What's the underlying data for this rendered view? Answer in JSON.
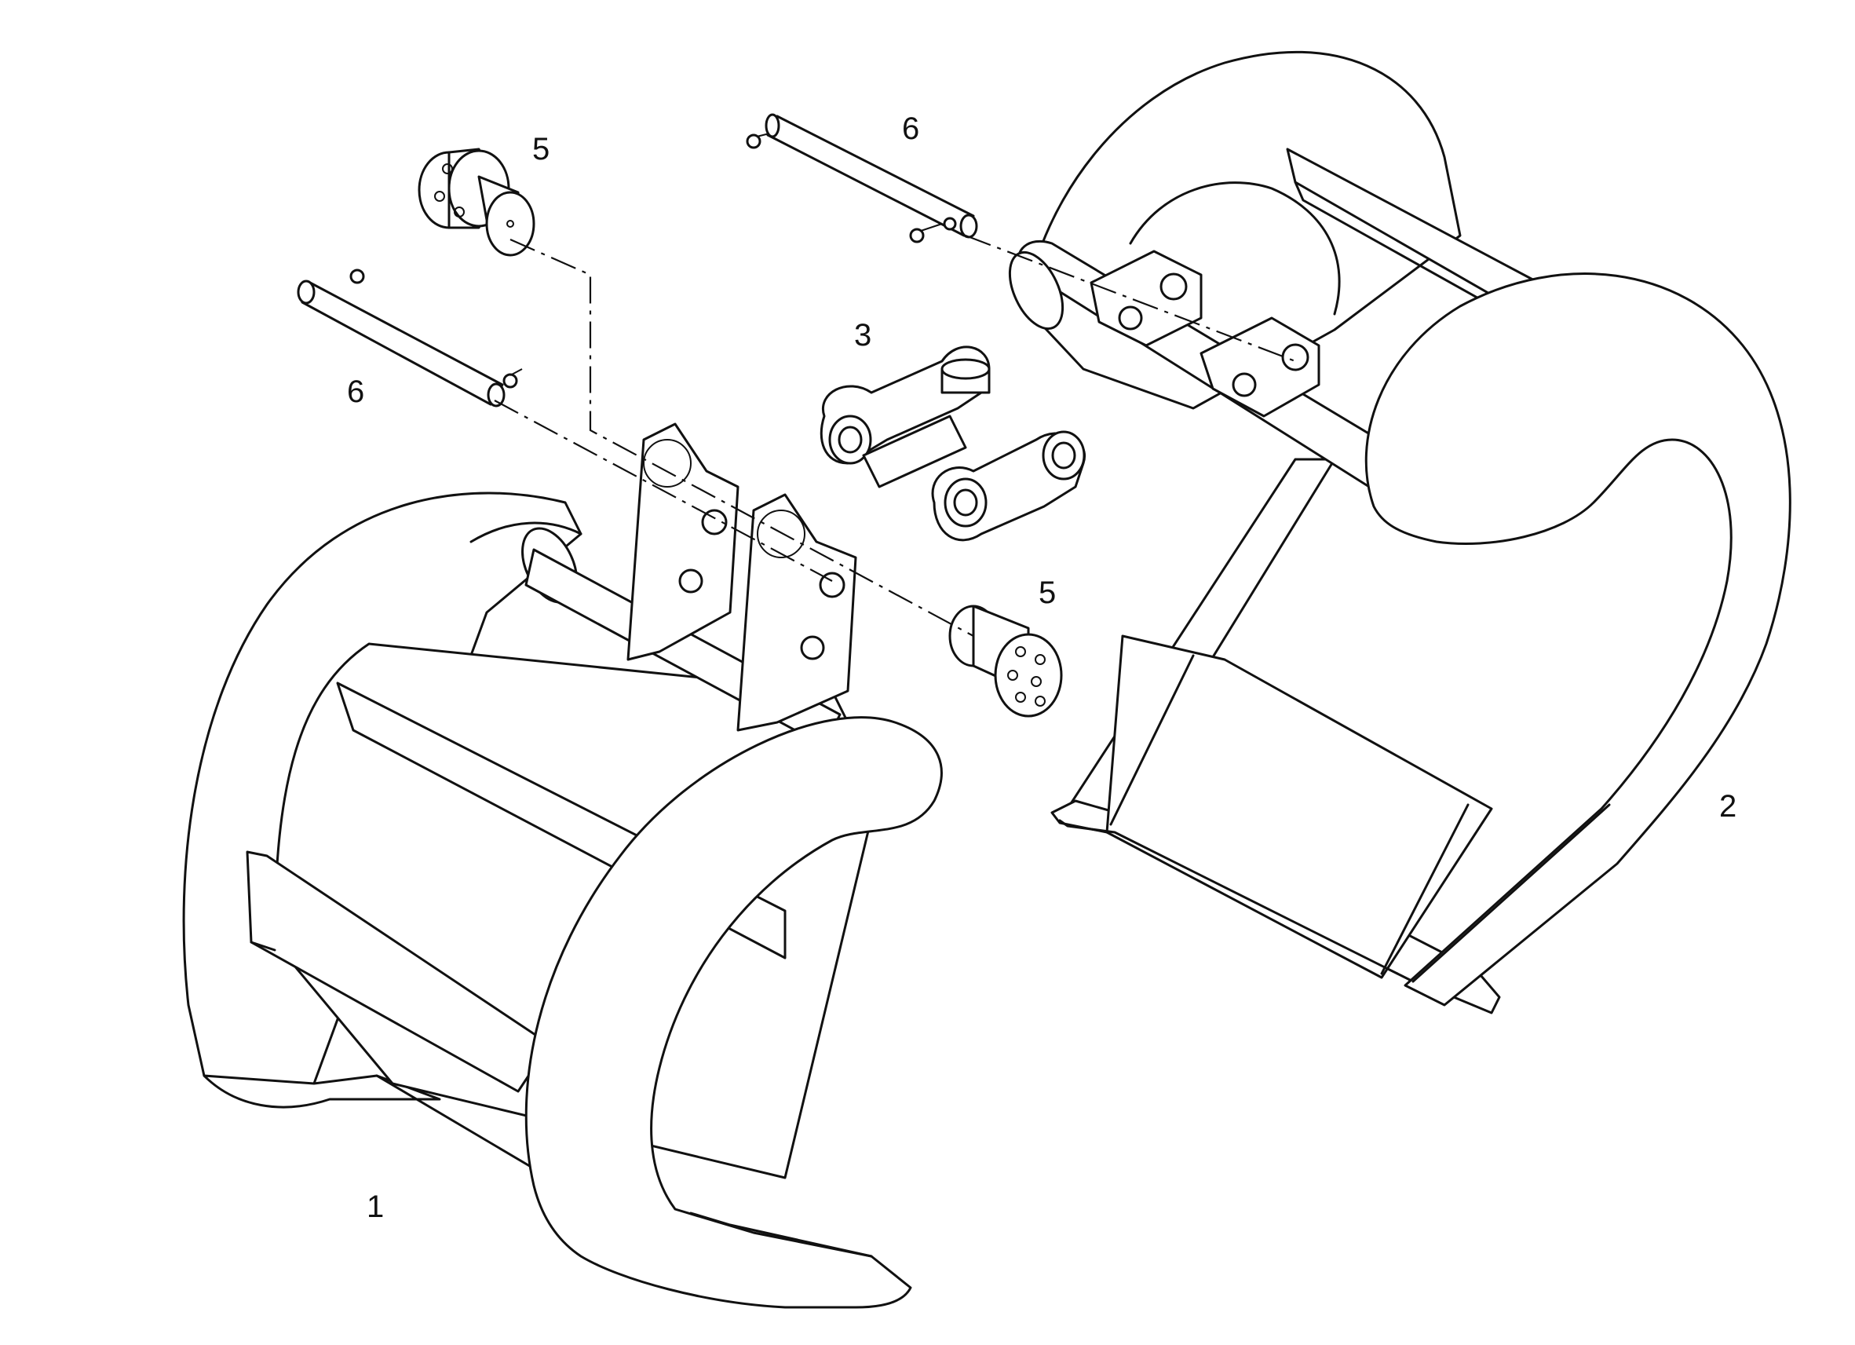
{
  "callouts": {
    "grab_left": "1",
    "grab_right": "2",
    "link": "3",
    "pin_assembly_top": "5",
    "pin_assembly_bottom": "5",
    "bolt_pin_top": "6",
    "bolt_pin_left": "6"
  },
  "colors": {
    "line": "#111111",
    "background": "#ffffff"
  }
}
